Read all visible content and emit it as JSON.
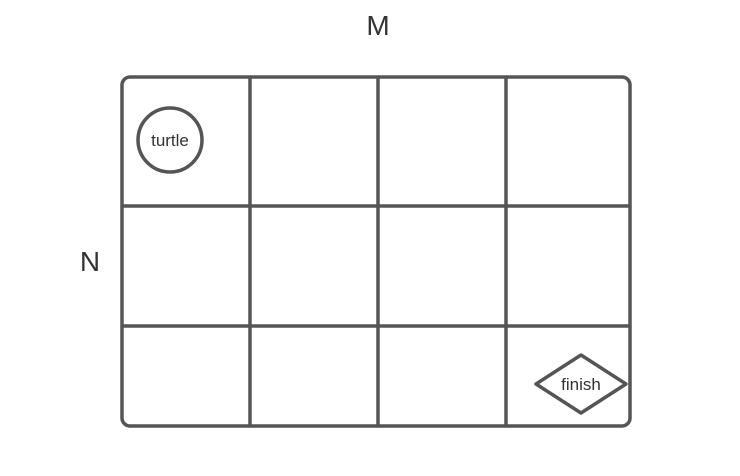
{
  "labels": {
    "columns": "M",
    "rows": "N"
  },
  "grid": {
    "rows": 3,
    "columns": 4
  },
  "start": {
    "label": "turtle",
    "shape": "circle",
    "row": 1,
    "column": 1
  },
  "goal": {
    "label": "finish",
    "shape": "diamond",
    "row": 3,
    "column": 4
  },
  "colors": {
    "stroke": "#555555",
    "text": "#333333",
    "background": "#ffffff"
  }
}
